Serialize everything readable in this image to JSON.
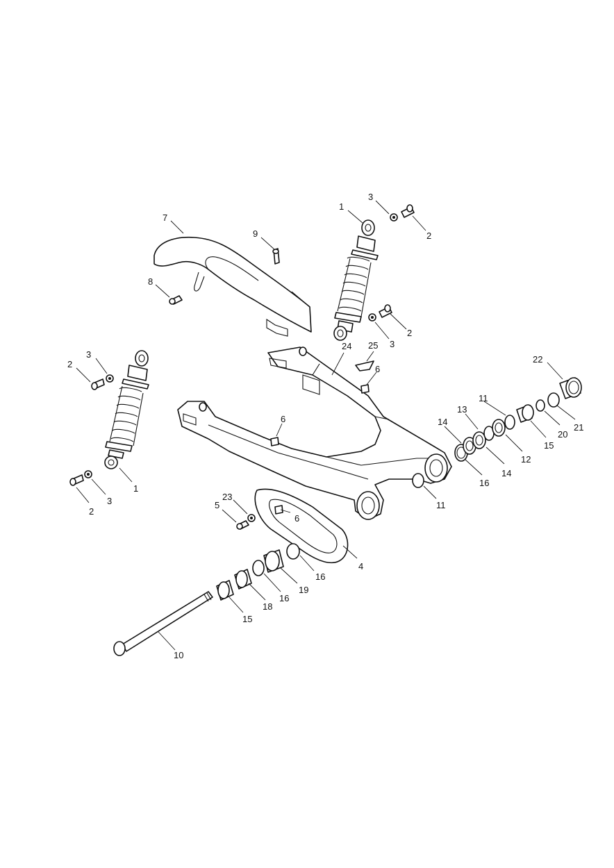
{
  "diagram": {
    "callouts": [
      {
        "id": "c1a",
        "text": "1"
      },
      {
        "id": "c3a",
        "text": "3"
      },
      {
        "id": "c2a",
        "text": "2"
      },
      {
        "id": "c2b",
        "text": "2"
      },
      {
        "id": "c3b",
        "text": "3"
      },
      {
        "id": "c7",
        "text": "7"
      },
      {
        "id": "c9",
        "text": "9"
      },
      {
        "id": "c8",
        "text": "8"
      },
      {
        "id": "c24",
        "text": "24"
      },
      {
        "id": "c25",
        "text": "25"
      },
      {
        "id": "c6a",
        "text": "6"
      },
      {
        "id": "c22",
        "text": "22"
      },
      {
        "id": "c11a",
        "text": "11"
      },
      {
        "id": "c13",
        "text": "13"
      },
      {
        "id": "c14a",
        "text": "14"
      },
      {
        "id": "c20",
        "text": "20"
      },
      {
        "id": "c21",
        "text": "21"
      },
      {
        "id": "c15a",
        "text": "15"
      },
      {
        "id": "c12",
        "text": "12"
      },
      {
        "id": "c14b",
        "text": "14"
      },
      {
        "id": "c16a",
        "text": "16"
      },
      {
        "id": "c11b",
        "text": "11"
      },
      {
        "id": "c2c",
        "text": "2"
      },
      {
        "id": "c3c",
        "text": "3"
      },
      {
        "id": "c1b",
        "text": "1"
      },
      {
        "id": "c2d",
        "text": "2"
      },
      {
        "id": "c3d",
        "text": "3"
      },
      {
        "id": "c6b",
        "text": "6"
      },
      {
        "id": "c23",
        "text": "23"
      },
      {
        "id": "c5",
        "text": "5"
      },
      {
        "id": "c6c",
        "text": "6"
      },
      {
        "id": "c4",
        "text": "4"
      },
      {
        "id": "c16b",
        "text": "16"
      },
      {
        "id": "c19",
        "text": "19"
      },
      {
        "id": "c16c",
        "text": "16"
      },
      {
        "id": "c18",
        "text": "18"
      },
      {
        "id": "c15b",
        "text": "15"
      },
      {
        "id": "c10",
        "text": "10"
      }
    ]
  }
}
